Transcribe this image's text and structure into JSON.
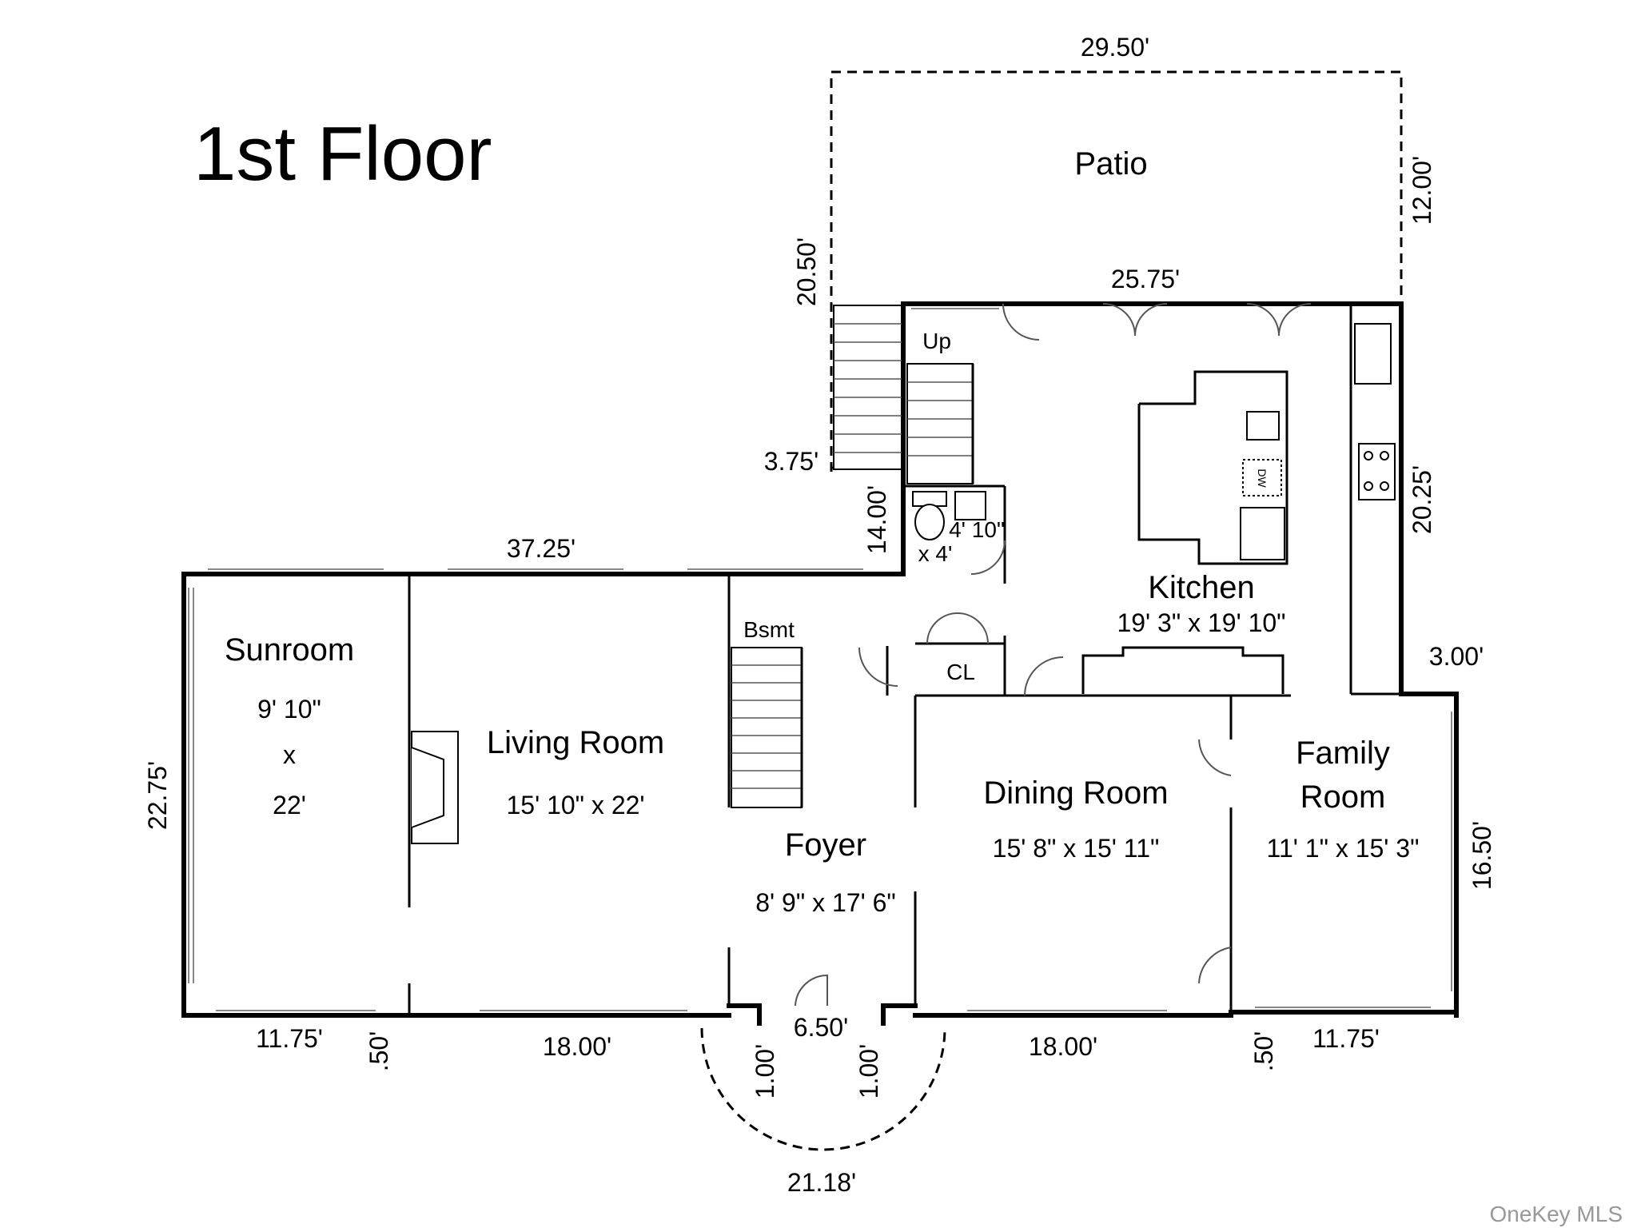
{
  "title": "1st Floor",
  "watermark": "OneKey MLS",
  "rooms": {
    "patio": "Patio",
    "up": "Up",
    "kitchen": "Kitchen",
    "kitchen_size": "19' 3\" x 19' 10\"",
    "bath_size_a": "4' 10\"",
    "bath_size_b": "x 4'",
    "sunroom": "Sunroom",
    "sunroom_size_a": "9' 10\"",
    "sunroom_size_x": "x",
    "sunroom_size_b": "22'",
    "living": "Living Room",
    "living_size": "15' 10\" x 22'",
    "bsmt": "Bsmt",
    "cl": "CL",
    "dining": "Dining Room",
    "dining_size": "15' 8\" x 15' 11\"",
    "foyer": "Foyer",
    "foyer_size": "8' 9\" x 17' 6\"",
    "family_a": "Family",
    "family_b": "Room",
    "family_size": "11' 1\" x 15' 3\"",
    "dw": "DW"
  },
  "dimensions": {
    "patio_width": "29.50'",
    "patio_depth": "12.00'",
    "left_20_50": "20.50'",
    "kitchen_width": "25.75'",
    "stair_3_75": "3.75'",
    "wall_14_00": "14.00'",
    "right_20_25": "20.25'",
    "rear_37_25": "37.25'",
    "step_3_00": "3.00'",
    "sunroom_depth": "22.75'",
    "family_depth": "16.50'",
    "front_11_75_left": "11.75'",
    "front_50_left": ".50'",
    "front_18_left": "18.00'",
    "entry_6_50": "6.50'",
    "entry_1_left": "1.00'",
    "entry_1_right": "1.00'",
    "front_18_right": "18.00'",
    "front_50_right": ".50'",
    "front_11_75_right": "11.75'",
    "bay_21_18": "21.18'"
  }
}
